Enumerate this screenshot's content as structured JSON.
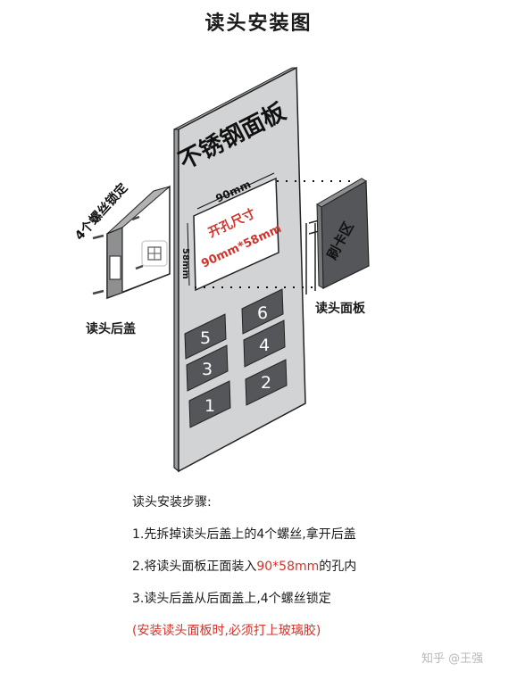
{
  "title": "读头安装图",
  "diagram": {
    "panel_label": "不锈钢面板",
    "cutout_label": "开孔尺寸",
    "cutout_size": "90mm*58mm",
    "width_dim": "90mm",
    "height_dim": "58mm",
    "rear_cover_label": "读头后盖",
    "screws_label": "4个螺丝锁定",
    "reader_panel_label": "读头面板",
    "reader_face_text": "刷卡区",
    "keys": [
      "6",
      "5",
      "4",
      "3",
      "2",
      "1"
    ]
  },
  "steps": {
    "heading": "读头安装步骤:",
    "step1": "1.先拆掉读头后盖上的4个螺丝,拿开后盖",
    "step2_prefix": "2.将读头面板正面装入",
    "step2_highlight": "90*58mm",
    "step2_suffix": "的孔内",
    "step3": "3.读头后盖从后面盖上,4个螺丝锁定",
    "note": "(安装读头面板时,必须打上玻璃胶)"
  },
  "watermark": "知乎 @王强",
  "colors": {
    "panel": "#d2d3d5",
    "key": "#555659",
    "accent_red": "#d0342c"
  }
}
